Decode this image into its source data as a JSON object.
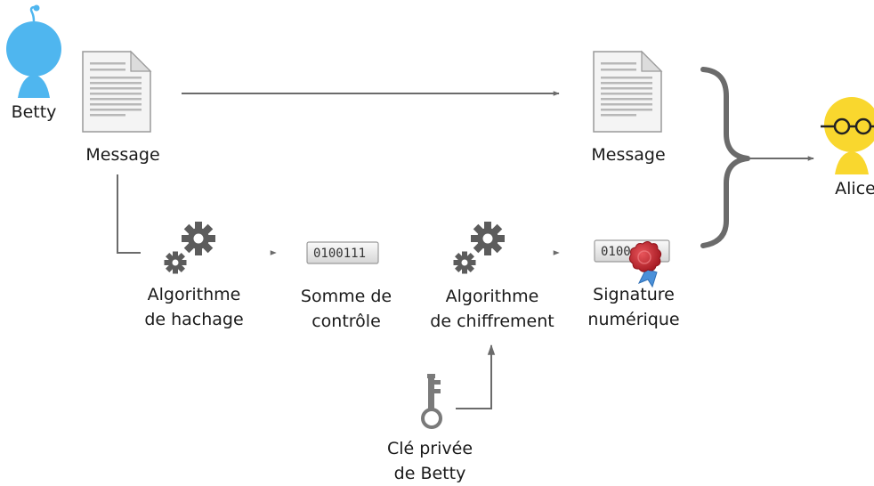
{
  "actors": {
    "sender": "Betty",
    "receiver": "Alice"
  },
  "labels": {
    "message_left": "Message",
    "message_right": "Message",
    "hash_algorithm": [
      "Algorithme",
      "de hachage"
    ],
    "checksum": [
      "Somme de",
      "contrôle"
    ],
    "encryption_algorithm": [
      "Algorithme",
      "de chiffrement"
    ],
    "digital_signature": [
      "Signature",
      "numérique"
    ],
    "private_key": [
      "Clé privée",
      "de Betty"
    ]
  },
  "checksum_bits": "0100111",
  "signature_bits": "0100",
  "colors": {
    "betty": "#4fb6ef",
    "alice": "#f9d72e",
    "arrow": "#6b6b6b",
    "gear": "#5c5c5c",
    "seal": "#c8262e",
    "ribbon": "#4a90d9"
  },
  "icons": {
    "document": "document-icon",
    "gear": "gears-icon",
    "key": "key-icon",
    "seal": "wax-seal-icon"
  }
}
